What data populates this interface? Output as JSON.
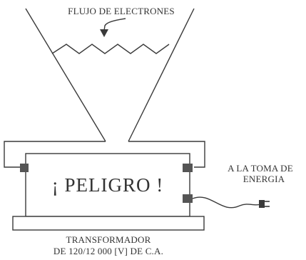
{
  "labels": {
    "electron_flow": "FLUJO DE ELECTRONES",
    "danger": "¡ PELIGRO !",
    "outlet_line1": "A LA TOMA DE",
    "outlet_line2": "ENERGIA",
    "transformer_line1": "TRANSFORMADOR",
    "transformer_line2": "DE 120/12 000 [V] DE C.A."
  }
}
